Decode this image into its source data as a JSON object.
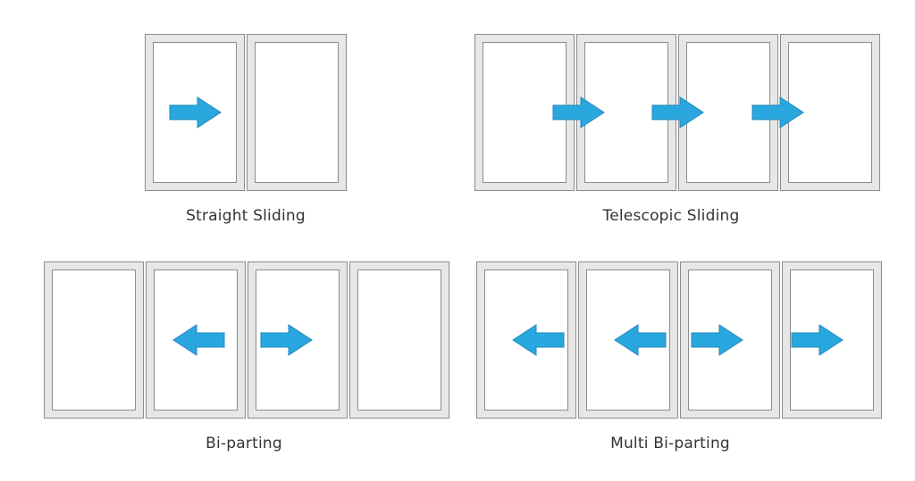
{
  "diagrams": [
    {
      "label": "Straight Sliding",
      "panels": 2,
      "arrows": [
        "right"
      ]
    },
    {
      "label": "Telescopic Sliding",
      "panels": 4,
      "arrows": [
        "right",
        "right",
        "right"
      ]
    },
    {
      "label": "Bi-parting",
      "panels": 4,
      "arrows": [
        "left",
        "right"
      ]
    },
    {
      "label": "Multi Bi-parting",
      "panels": 4,
      "arrows": [
        "left",
        "left",
        "right",
        "right"
      ]
    }
  ],
  "colors": {
    "arrow_fill": "#29a8e0",
    "arrow_stroke": "#1f88b8",
    "frame": "#e7e7e7",
    "frame_border": "#8c8c8c",
    "label": "#333333"
  },
  "icons": {
    "arrow_right": "arrow-right-icon",
    "arrow_left": "arrow-left-icon"
  }
}
